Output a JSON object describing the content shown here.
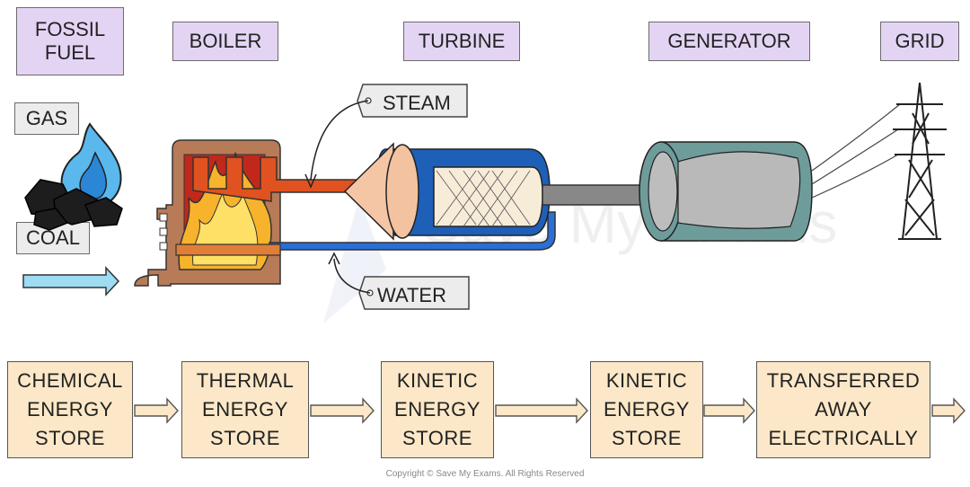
{
  "stages": {
    "fossil_fuel": "FOSSIL\nFUEL",
    "boiler": "BOILER",
    "turbine": "TURBINE",
    "generator": "GENERATOR",
    "grid": "GRID"
  },
  "fuels": {
    "gas": "GAS",
    "coal": "COAL"
  },
  "callouts": {
    "steam": "STEAM",
    "water": "WATER"
  },
  "energy_chain": [
    "CHEMICAL\nENERGY\nSTORE",
    "THERMAL\nENERGY\nSTORE",
    "KINETIC\nENERGY\nSTORE",
    "KINETIC\nENERGY\nSTORE",
    "TRANSFERRED\nAWAY\nELECTRICALLY"
  ],
  "watermark": "Save My Exams",
  "copyright": "Copyright © Save My Exams. All Rights Reserved",
  "colors": {
    "stage_label_bg": "#e4d4f4",
    "energy_box_bg": "#fce8c8",
    "steam_pipe": "#e0521f",
    "water_pipe": "#2a6fd6",
    "turbine_body": "#1e5fb8",
    "generator_body": "#6e9c9b"
  }
}
